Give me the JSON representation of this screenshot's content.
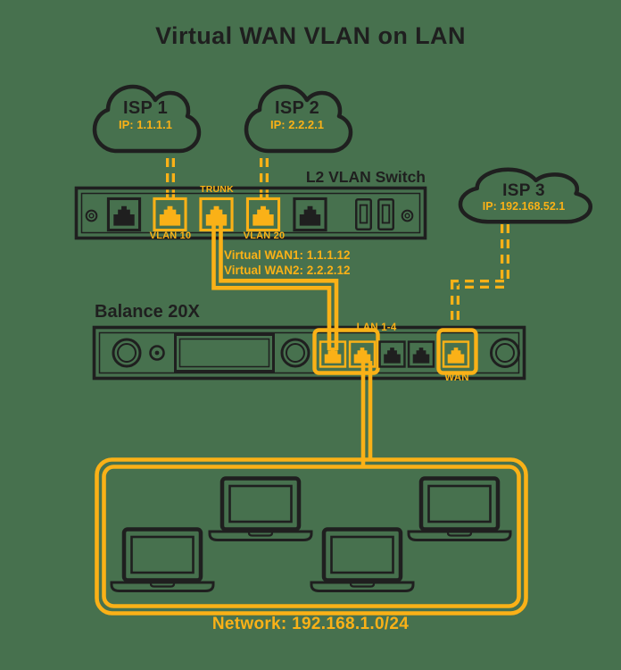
{
  "title": "Virtual WAN VLAN on LAN",
  "colors": {
    "background": "#47714E",
    "accent_yellow": "#FAB117",
    "ink_black": "#1F1F1F"
  },
  "clouds": [
    {
      "name": "ISP 1",
      "ip": "IP: 1.1.1.1"
    },
    {
      "name": "ISP 2",
      "ip": "IP: 2.2.2.1"
    },
    {
      "name": "ISP 3",
      "ip": "IP: 192.168.52.1"
    }
  ],
  "vlan_switch": {
    "label": "L2 VLAN Switch",
    "port_labels": {
      "vlan10": "VLAN 10",
      "trunk": "TRUNK",
      "vlan20": "VLAN 20"
    }
  },
  "router": {
    "label": "Balance 20X",
    "port_labels": {
      "lan": "LAN 1-4",
      "wan": "WAN"
    }
  },
  "virtual_wans": {
    "wan1": "Virtual WAN1: 1.1.1.12",
    "wan2": "Virtual WAN2: 2.2.2.12"
  },
  "lan_network": {
    "label": "Network: 192.168.1.0/24"
  }
}
